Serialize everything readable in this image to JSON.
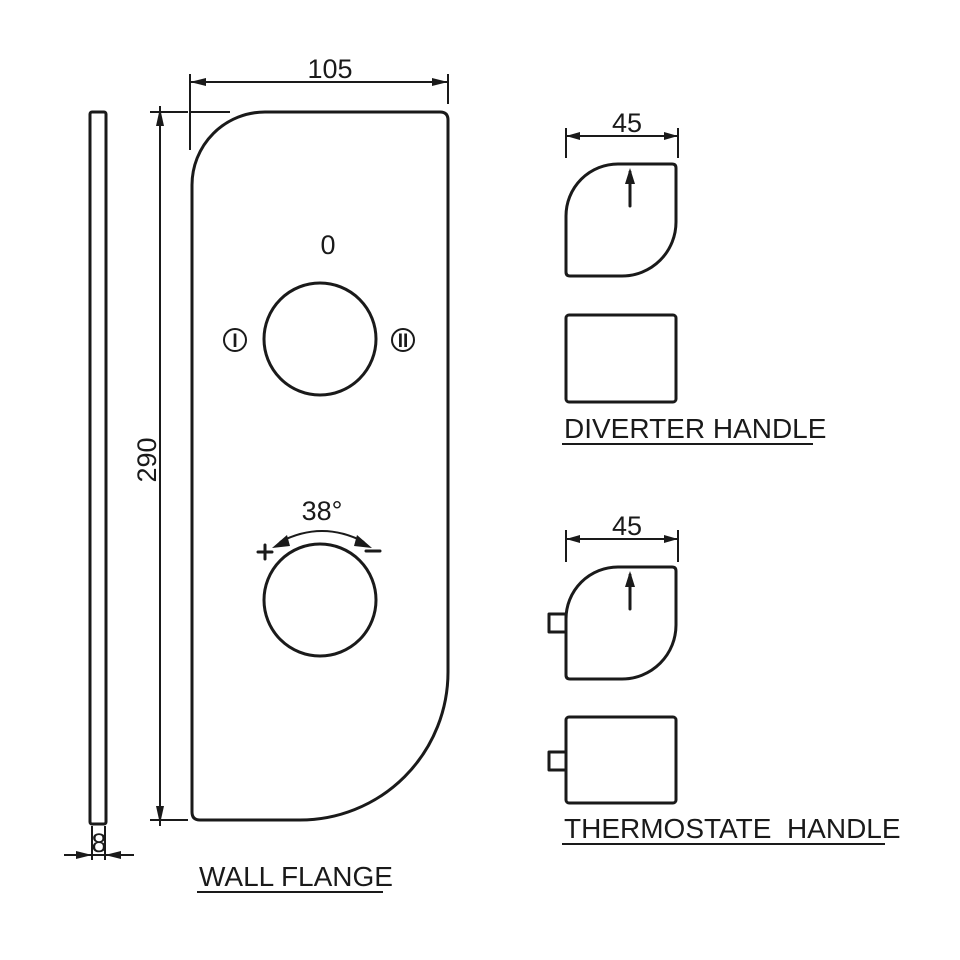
{
  "dimensions": {
    "flange_width": "105",
    "flange_height": "290",
    "flange_thickness": "8",
    "diverter_width": "45",
    "thermostat_width": "45",
    "rotation_angle": "38°"
  },
  "markings": {
    "off_position": "0",
    "position_one": "I",
    "position_two": "II",
    "plus": "+",
    "minus": "−"
  },
  "labels": {
    "wall_flange": "WALL FLANGE",
    "diverter_handle": "DIVERTER HANDLE",
    "thermostat_handle": "THERMOSTATE  HANDLE"
  }
}
